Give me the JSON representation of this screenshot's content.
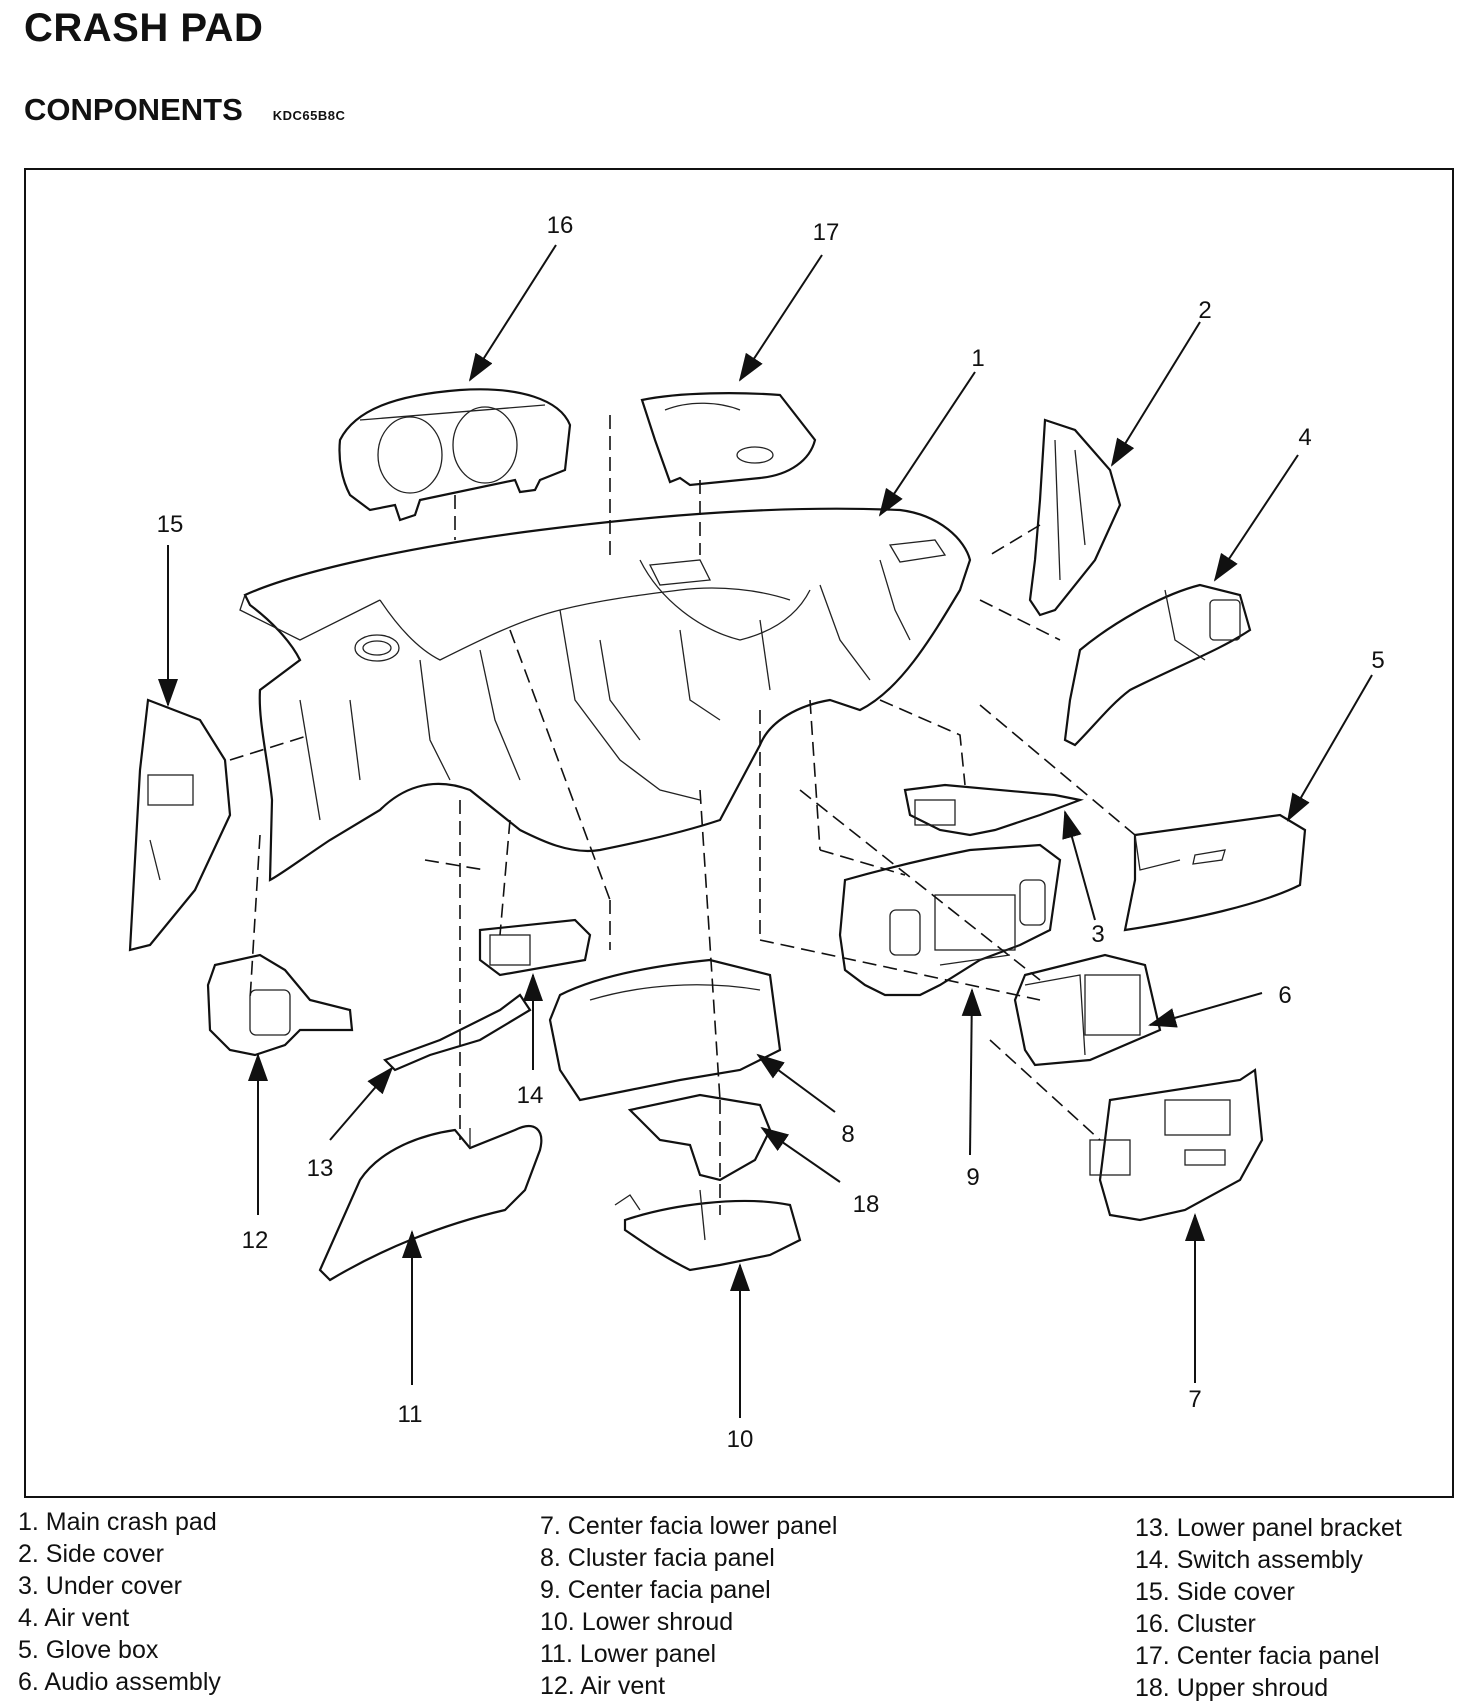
{
  "header": {
    "title": "CRASH PAD",
    "subtitle": "CONPONENTS",
    "code": "KDC65B8C"
  },
  "callouts": {
    "c1": "1",
    "c2": "2",
    "c3": "3",
    "c4": "4",
    "c5": "5",
    "c6": "6",
    "c7": "7",
    "c8": "8",
    "c9": "9",
    "c10": "10",
    "c11": "11",
    "c12": "12",
    "c13": "13",
    "c14": "14",
    "c15": "15",
    "c16": "16",
    "c17": "17",
    "c18": "18"
  },
  "legend": {
    "col1": [
      "1. Main crash pad",
      "2. Side cover",
      "3. Under cover",
      "4. Air vent",
      "5. Glove box",
      "6. Audio assembly"
    ],
    "col2": [
      "7. Center facia lower panel",
      "8. Cluster facia panel",
      "9. Center facia panel",
      "10. Lower shroud",
      "11. Lower panel",
      "12. Air vent"
    ],
    "col3": [
      "13. Lower panel bracket",
      "14. Switch assembly",
      "15. Side cover",
      "16. Cluster",
      "17. Center facia panel",
      "18. Upper shroud"
    ]
  }
}
